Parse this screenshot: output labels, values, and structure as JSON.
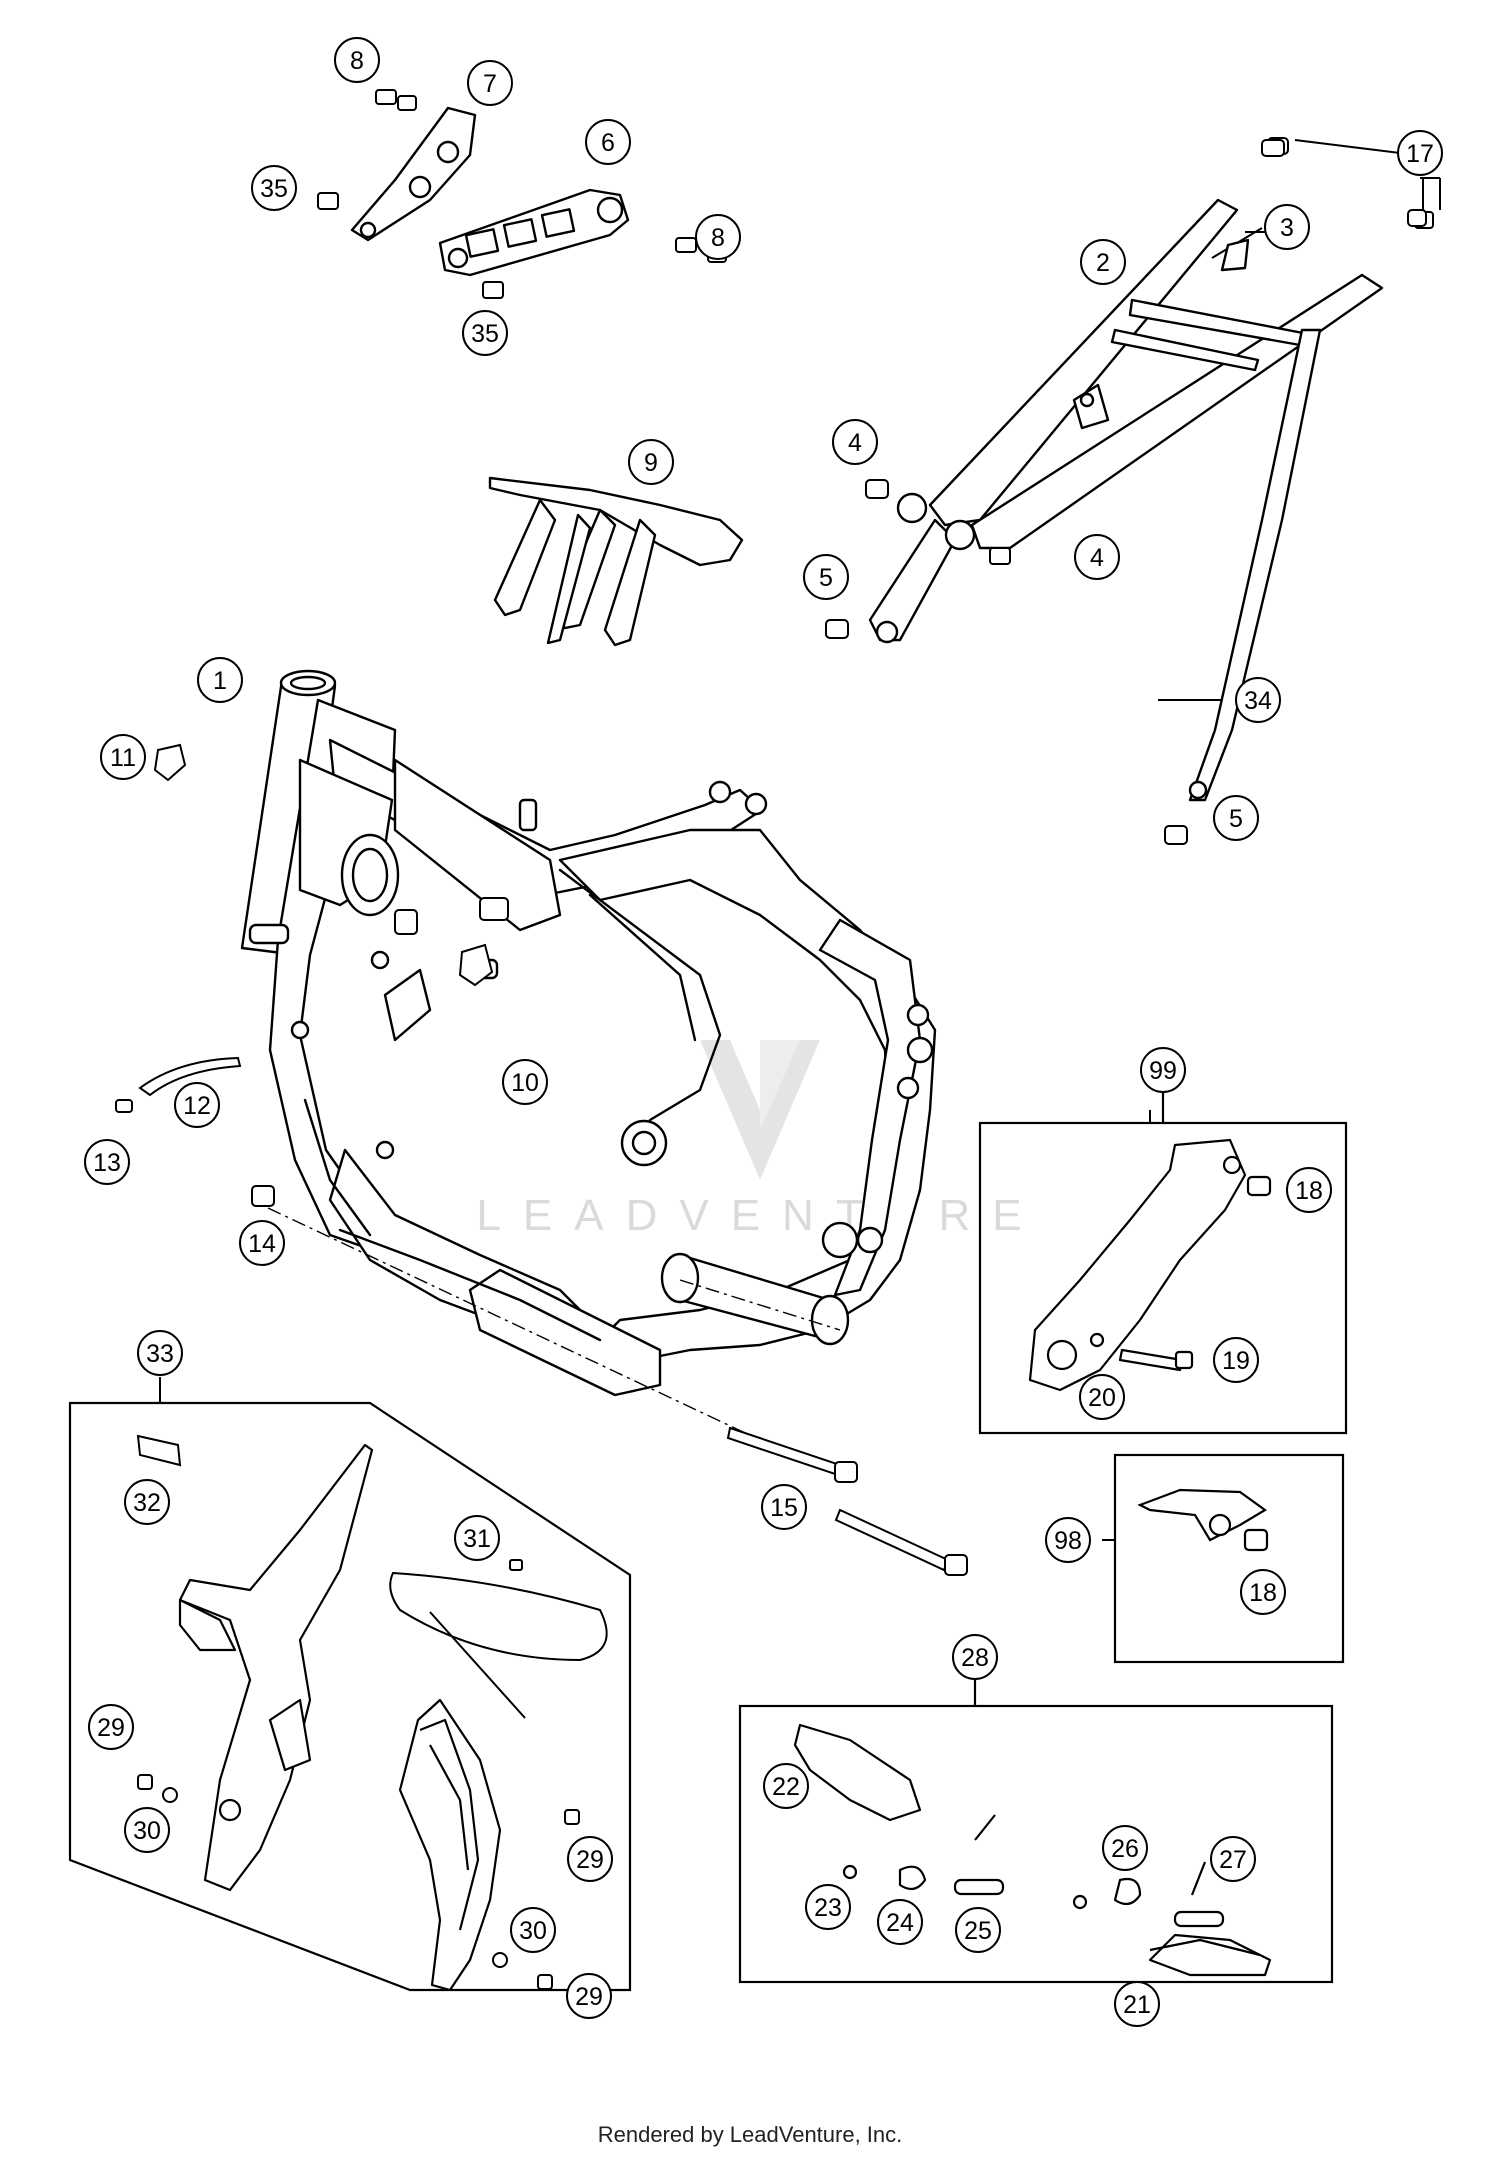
{
  "footer": {
    "credit": "Rendered by LeadVenture, Inc."
  },
  "watermark": {
    "text": "LEADVENTURE"
  },
  "callouts": [
    {
      "id": "c1",
      "label": "1"
    },
    {
      "id": "c2",
      "label": "2"
    },
    {
      "id": "c3",
      "label": "3"
    },
    {
      "id": "c4a",
      "label": "4"
    },
    {
      "id": "c4b",
      "label": "4"
    },
    {
      "id": "c5a",
      "label": "5"
    },
    {
      "id": "c5b",
      "label": "5"
    },
    {
      "id": "c6",
      "label": "6"
    },
    {
      "id": "c7",
      "label": "7"
    },
    {
      "id": "c8a",
      "label": "8"
    },
    {
      "id": "c8b",
      "label": "8"
    },
    {
      "id": "c9",
      "label": "9"
    },
    {
      "id": "c10",
      "label": "10"
    },
    {
      "id": "c11",
      "label": "11"
    },
    {
      "id": "c12",
      "label": "12"
    },
    {
      "id": "c13",
      "label": "13"
    },
    {
      "id": "c14",
      "label": "14"
    },
    {
      "id": "c15",
      "label": "15"
    },
    {
      "id": "c17",
      "label": "17"
    },
    {
      "id": "c18a",
      "label": "18"
    },
    {
      "id": "c18b",
      "label": "18"
    },
    {
      "id": "c19",
      "label": "19"
    },
    {
      "id": "c20",
      "label": "20"
    },
    {
      "id": "c21",
      "label": "21"
    },
    {
      "id": "c22",
      "label": "22"
    },
    {
      "id": "c23",
      "label": "23"
    },
    {
      "id": "c24",
      "label": "24"
    },
    {
      "id": "c25",
      "label": "25"
    },
    {
      "id": "c26",
      "label": "26"
    },
    {
      "id": "c27",
      "label": "27"
    },
    {
      "id": "c28",
      "label": "28"
    },
    {
      "id": "c29a",
      "label": "29"
    },
    {
      "id": "c29b",
      "label": "29"
    },
    {
      "id": "c29c",
      "label": "29"
    },
    {
      "id": "c30a",
      "label": "30"
    },
    {
      "id": "c30b",
      "label": "30"
    },
    {
      "id": "c31",
      "label": "31"
    },
    {
      "id": "c32",
      "label": "32"
    },
    {
      "id": "c33",
      "label": "33"
    },
    {
      "id": "c34",
      "label": "34"
    },
    {
      "id": "c35a",
      "label": "35"
    },
    {
      "id": "c35b",
      "label": "35"
    },
    {
      "id": "c98",
      "label": "98"
    },
    {
      "id": "c99",
      "label": "99"
    }
  ]
}
